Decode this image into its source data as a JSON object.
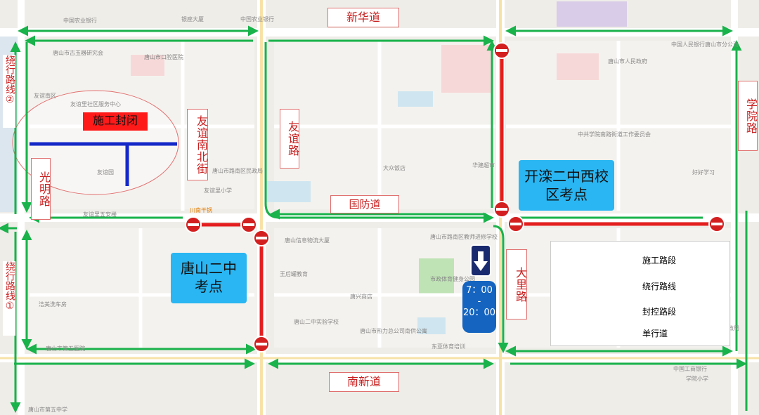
{
  "roads": {
    "xinhua": "新华道",
    "youyi": "友谊路",
    "youyi_nanbei": "友谊南北街",
    "guangming": "光明路",
    "guofang": "国防道",
    "dali": "大里路",
    "nanxin": "南新道",
    "xueyuan": "学院路"
  },
  "detours": {
    "route1": "绕行路线①",
    "route2": "绕行路线②"
  },
  "construction_label": "施工封闭",
  "exam_sites": {
    "tangshan_no2": "唐山二中考点",
    "kailuan_west": "开滦二中西校区考点"
  },
  "one_way_time": {
    "start": "7：00",
    "dash": "-",
    "end": "20：00"
  },
  "legend": {
    "construction": "施工路段",
    "detour": "绕行路线",
    "closed": "封控路段",
    "one_way": "单行道"
  },
  "colors": {
    "construction": "#1428c8",
    "detour": "#19b24b",
    "closed": "#e41e1e",
    "exam_site": "#29b6f2"
  },
  "pois": {
    "p1": "唐山市古玉器研究会",
    "p2": "唐山市口腔医院",
    "p3": "友谊南区",
    "p4": "友谊里社区服务中心",
    "p5": "友谊园",
    "p6": "友谊里五安楼",
    "p7": "唐山市路南区民政局",
    "p8": "友谊里小学",
    "p9": "川南干锅",
    "p10": "唐山信息物流大厦",
    "p11": "王后罐教育",
    "p12": "唐兴商店",
    "p13": "唐山二中实验学校",
    "p14": "唐山市第五医院",
    "p15": "洁美洗车房",
    "p16": "唐山市路南区教师进修学校",
    "p17": "市政体育健身公园",
    "p18": "唐山市热力总公司南供公寓",
    "p19": "东亚体育培训",
    "p20": "中共学院南路街道工作委员会",
    "p21": "唐山市人民政府",
    "p22": "中国人民银行唐山市分公司",
    "p23": "唐山市路南区财政局",
    "p24": "唐山市第五中学",
    "p25": "华建超市",
    "p26": "大众饭店",
    "p27": "中国农业银行",
    "p28": "中国工商银行",
    "p29": "好好学习",
    "p30": "中国农业银行",
    "p31": "学院小学",
    "p32": "银座大厦"
  }
}
